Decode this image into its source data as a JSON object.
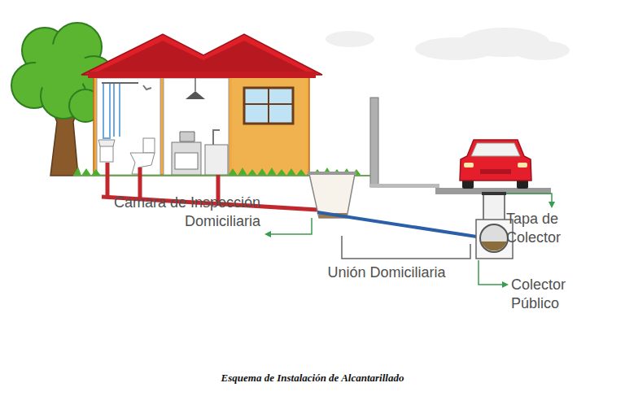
{
  "diagram": {
    "caption": "Esquema de Instalación de Alcantarillado",
    "labels": [
      "Cámara de Inspección Domiciliaria",
      "Unión Domiciliaria",
      "Tapa de Colector",
      "Colector Público"
    ]
  }
}
